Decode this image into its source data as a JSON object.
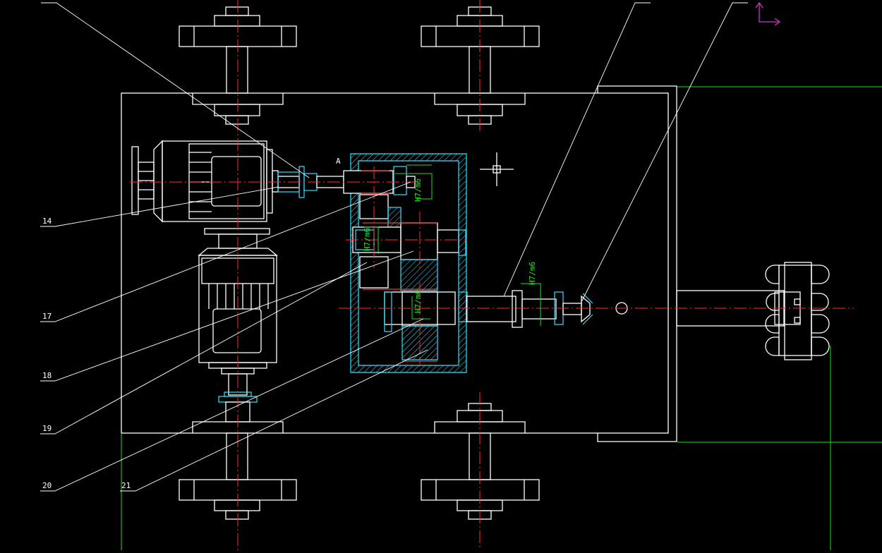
{
  "drawing": {
    "part_labels": [
      "14",
      "17",
      "18",
      "19",
      "20",
      "21"
    ],
    "section_mark": "A",
    "fit_labels": [
      "H7/m6",
      "H7/m6",
      "H7/m6",
      "H7/m6"
    ]
  },
  "colors": {
    "background": "#000000",
    "outline": "#ffffff",
    "centerline": "#ff2a2a",
    "section_hatch": "#33e0ff",
    "dimension": "#22dd22",
    "ucs_icon": "#cc33cc"
  }
}
